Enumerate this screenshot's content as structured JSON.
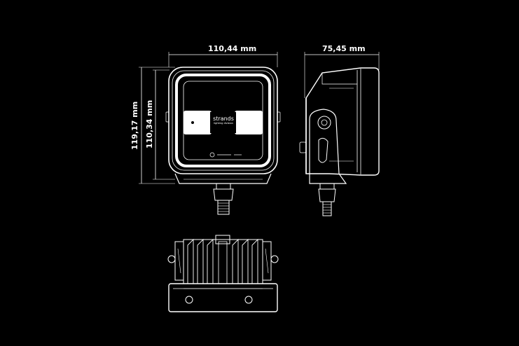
{
  "dimensions": {
    "front_width": "110,44 mm",
    "side_depth": "75,45 mm",
    "overall_height": "119,17 mm",
    "housing_height": "110,34 mm"
  },
  "branding": {
    "logo_word": "strands",
    "logo_tagline": "lighting division"
  }
}
